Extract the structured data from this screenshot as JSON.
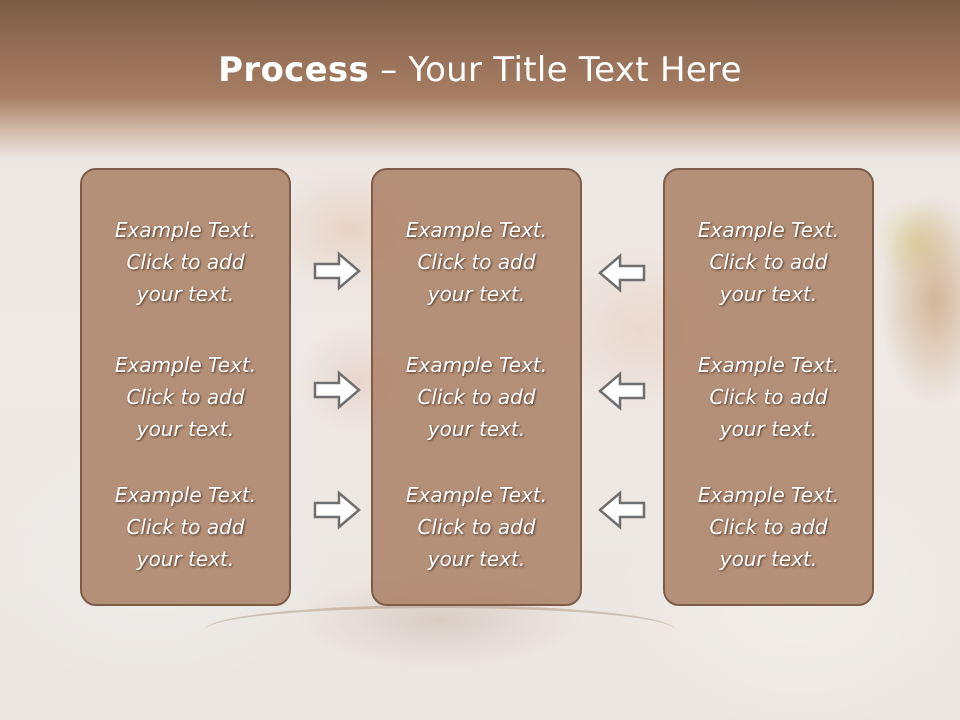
{
  "title": {
    "bold": "Process",
    "rest": " – Your Title Text Here"
  },
  "panels": [
    {
      "blocks": [
        {
          "line1": "Example Text.",
          "line2": "Click  to add",
          "line3": "your text."
        },
        {
          "line1": "Example Text.",
          "line2": "Click  to add",
          "line3": "your text."
        },
        {
          "line1": "Example Text.",
          "line2": "Click  to add",
          "line3": "your text."
        }
      ]
    },
    {
      "blocks": [
        {
          "line1": "Example Text.",
          "line2": "Click  to add",
          "line3": "your text."
        },
        {
          "line1": "Example Text.",
          "line2": "Click  to add",
          "line3": "your text."
        },
        {
          "line1": "Example Text.",
          "line2": "Click  to add",
          "line3": "your text."
        }
      ]
    },
    {
      "blocks": [
        {
          "line1": "Example Text.",
          "line2": "Click  to add",
          "line3": "your text."
        },
        {
          "line1": "Example Text.",
          "line2": "Click  to add",
          "line3": "your text."
        },
        {
          "line1": "Example Text.",
          "line2": "Click  to add",
          "line3": "your text."
        }
      ]
    }
  ],
  "arrows": {
    "left_column": [
      "arrow-right-icon",
      "arrow-right-icon",
      "arrow-right-icon"
    ],
    "right_column": [
      "arrow-left-icon",
      "arrow-left-icon",
      "arrow-left-icon"
    ]
  },
  "colors": {
    "header": "#a67d62",
    "panel_fill": "#a87d60",
    "panel_border": "#7f5c47",
    "text": "#ffffff",
    "arrow_stroke": "#6f6f6f",
    "arrow_fill": "#ffffff"
  }
}
